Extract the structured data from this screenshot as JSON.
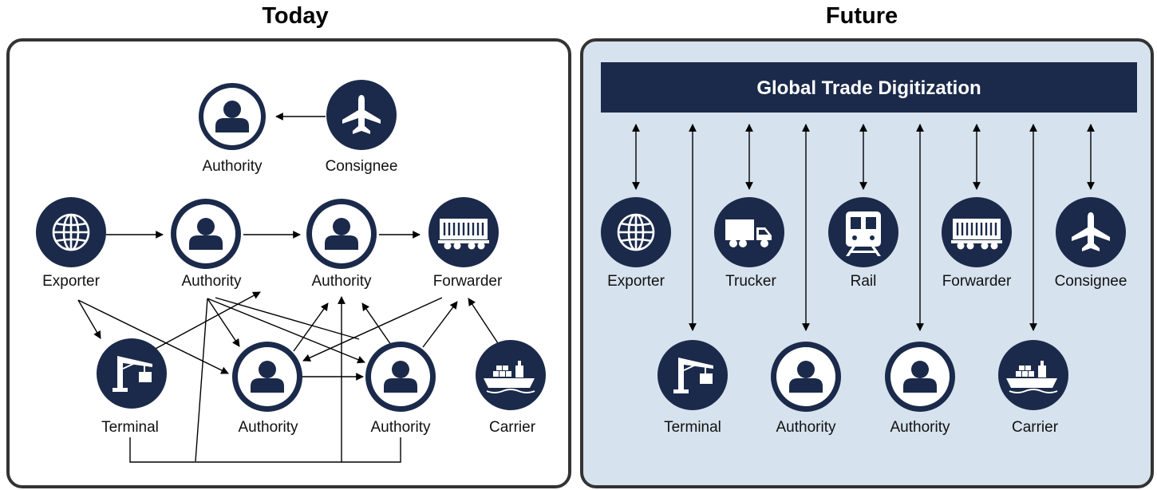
{
  "today": {
    "title": "Today",
    "nodes": {
      "authority_top": "Authority",
      "consignee": "Consignee",
      "exporter": "Exporter",
      "authority_mid1": "Authority",
      "authority_mid2": "Authority",
      "forwarder": "Forwarder",
      "terminal": "Terminal",
      "authority_low1": "Authority",
      "authority_low2": "Authority",
      "carrier": "Carrier"
    }
  },
  "future": {
    "title": "Future",
    "banner": "Global Trade Digitization",
    "nodes": {
      "exporter": "Exporter",
      "trucker": "Trucker",
      "rail": "Rail",
      "forwarder": "Forwarder",
      "consignee": "Consignee",
      "terminal": "Terminal",
      "authority1": "Authority",
      "authority2": "Authority",
      "carrier": "Carrier"
    }
  },
  "colors": {
    "navy": "#1b2a4a",
    "future_bg": "#d6e2ee",
    "panel_border": "#333333"
  }
}
